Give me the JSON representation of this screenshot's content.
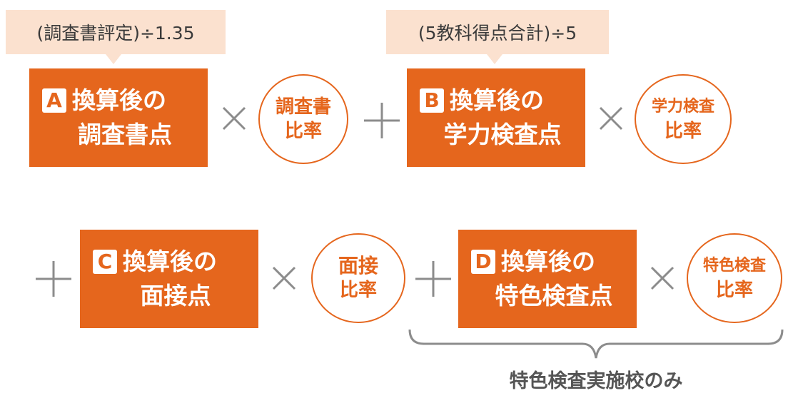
{
  "notes": {
    "a": "(調査書評定)÷1.35",
    "b": "(5教科得点合計)÷5"
  },
  "boxes": {
    "a": {
      "badge": "A",
      "line1": "換算後の",
      "line2": "調査書点"
    },
    "b": {
      "badge": "B",
      "line1": "換算後の",
      "line2": "学力検査点"
    },
    "c": {
      "badge": "C",
      "line1": "換算後の",
      "line2": "面接点"
    },
    "d": {
      "badge": "D",
      "line1": "換算後の",
      "line2": "特色検査点"
    }
  },
  "ratios": {
    "a": {
      "line1": "調査書",
      "line2": "比率"
    },
    "b": {
      "line1": "学力検査",
      "line2": "比率"
    },
    "c": {
      "line1": "面接",
      "line2": "比率"
    },
    "d": {
      "line1": "特色検査",
      "line2": "比率"
    }
  },
  "footnote": "特色検査実施校のみ",
  "colors": {
    "accent": "#e5661d",
    "note_bg": "#fbe1cf",
    "operator": "#8c8c8c"
  }
}
